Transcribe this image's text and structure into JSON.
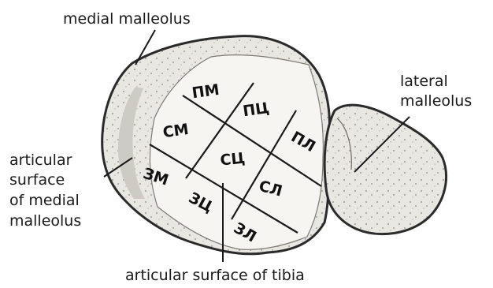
{
  "labels": {
    "medial_malleolus": "medial malleolus",
    "lateral_malleolus_line1": "lateral",
    "lateral_malleolus_line2": "malleolus",
    "articular_medial_line1": "articular",
    "articular_medial_line2": "surface",
    "articular_medial_line3": "of medial",
    "articular_medial_line4": "malleolus",
    "articular_tibia": "articular surface of tibia"
  },
  "zones": {
    "pm": "ПМ",
    "pc": "ПЦ",
    "pl": "ПЛ",
    "sm": "СМ",
    "sc": "СЦ",
    "sl": "СЛ",
    "zm": "ЗМ",
    "zc": "ЗЦ",
    "zl": "ЗЛ"
  },
  "colors": {
    "bone_fill": "#e9e7e2",
    "bone_shade": "#bdb9b1",
    "bone_outline": "#2b2b2b",
    "surface_fill": "#f6f5f2",
    "ink": "#1a1a1a"
  }
}
